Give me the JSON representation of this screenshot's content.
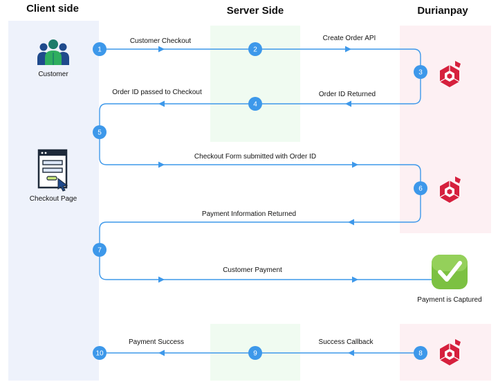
{
  "headers": {
    "client": "Client side",
    "server": "Server Side",
    "durianpay": "Durianpay"
  },
  "actors": {
    "customer": "Customer",
    "checkout_page": "Checkout Page",
    "payment_captured": "Payment is Captured"
  },
  "steps": [
    {
      "number": "1",
      "label": "Customer Checkout"
    },
    {
      "number": "2",
      "label": "Create Order API"
    },
    {
      "number": "3",
      "label": ""
    },
    {
      "number": "4",
      "label": "Order ID Returned"
    },
    {
      "number": "5",
      "label": "Order ID passed to Checkout"
    },
    {
      "number": "6",
      "label": "Checkout Form submitted with Order ID"
    },
    {
      "number": "7",
      "label": "Payment Information Returned"
    },
    {
      "number": "8",
      "label": "Customer Payment"
    },
    {
      "number": "9",
      "label": "Success Callback"
    },
    {
      "number": "10",
      "label": "Payment Success"
    }
  ],
  "colors": {
    "client_lane": "#eef2fb",
    "server_lane": "#f0fbf1",
    "durianpay_lane": "#fdf0f3",
    "flow_blue": "#3d98ea",
    "brand_red": "#d6203d",
    "check_green": "#7cc142"
  },
  "icons": {
    "customer": "customer-group-icon",
    "checkout_page": "checkout-page-icon",
    "durianpay": "durianpay-logo-icon",
    "captured": "check-badge-icon"
  }
}
